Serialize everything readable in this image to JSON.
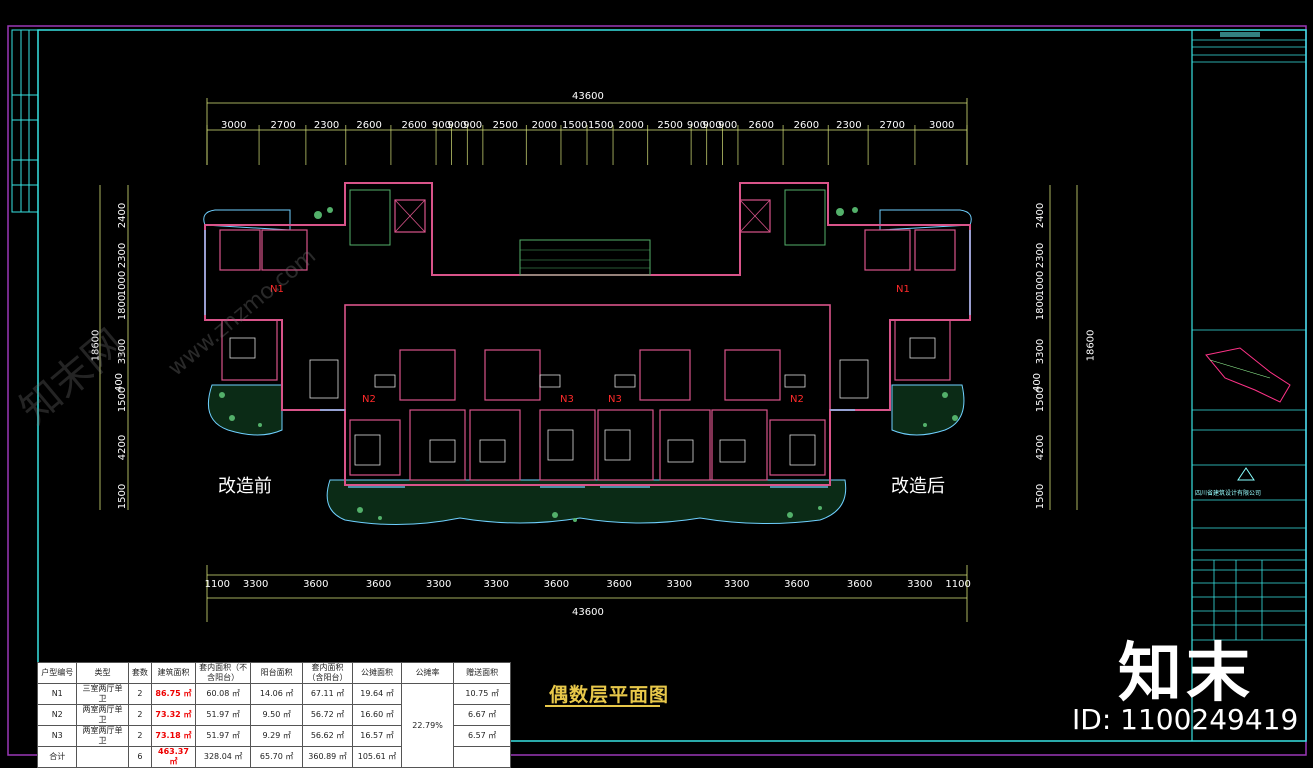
{
  "drawing": {
    "title": "偶数层平面图",
    "label_before": "改造前",
    "label_after": "改造后",
    "overall_width_top": "43600",
    "overall_width_bottom": "43600",
    "top_dims": [
      "3000",
      "2700",
      "2300",
      "2600",
      "2600",
      "900",
      "900",
      "900",
      "2500",
      "2000",
      "1500",
      "1500",
      "2000",
      "2500",
      "900",
      "900",
      "900",
      "2600",
      "2600",
      "2300",
      "2700",
      "3000"
    ],
    "bottom_dims": [
      "1100",
      "3300",
      "3600",
      "3600",
      "3300",
      "3300",
      "3600",
      "3600",
      "3300",
      "3300",
      "3600",
      "3600",
      "3300",
      "1100"
    ],
    "left_dims": [
      "2400",
      "2300",
      "1000",
      "1800",
      "3300",
      "400",
      "1500",
      "4200",
      "1500"
    ],
    "left_total": "18600",
    "right_dims": [
      "2400",
      "2300",
      "1000",
      "1800",
      "3300",
      "400",
      "1500",
      "4200",
      "1500"
    ],
    "right_total": "18600",
    "unit_tags": [
      "N1",
      "N2",
      "N3",
      "N3",
      "N2",
      "N1"
    ],
    "colors": {
      "wall": "#d9548a",
      "window": "#6fd0ff",
      "dim": "#d8e47a",
      "frame": "#38e3e3",
      "border": "#9b38b8",
      "green": "#53b06a"
    }
  },
  "table": {
    "headers": [
      "户型编号",
      "类型",
      "套数",
      "建筑面积",
      "套内面积（不含阳台）",
      "阳台面积",
      "套内面积（含阳台）",
      "公摊面积",
      "公摊率",
      "赠送面积"
    ],
    "rows": [
      {
        "id": "N1",
        "type": "三室两厅单卫",
        "count": "2",
        "area": "86.75 ㎡",
        "inner": "60.08 ㎡",
        "balcony": "14.06 ㎡",
        "inner_bal": "67.11 ㎡",
        "shared": "19.64 ㎡",
        "gift": "10.75 ㎡"
      },
      {
        "id": "N2",
        "type": "两室两厅单卫",
        "count": "2",
        "area": "73.32 ㎡",
        "inner": "51.97 ㎡",
        "balcony": "9.50 ㎡",
        "inner_bal": "56.72 ㎡",
        "shared": "16.60 ㎡",
        "gift": "6.67 ㎡"
      },
      {
        "id": "N3",
        "type": "两室两厅单卫",
        "count": "2",
        "area": "73.18 ㎡",
        "inner": "51.97 ㎡",
        "balcony": "9.29 ㎡",
        "inner_bal": "56.62 ㎡",
        "shared": "16.57 ㎡",
        "gift": "6.57 ㎡"
      },
      {
        "id": "合计",
        "type": "",
        "count": "6",
        "area": "463.37 ㎡",
        "inner": "328.04 ㎡",
        "balcony": "65.70 ㎡",
        "inner_bal": "360.89 ㎡",
        "shared": "105.61 ㎡",
        "gift": ""
      }
    ],
    "ratio": "22.79%"
  },
  "sidebar": {
    "company": "四川省建筑设计有限公司"
  },
  "watermark": {
    "logo": "知末",
    "id_text": "ID: 1100249419",
    "site": "www.znzmo.com",
    "cn": "知末网"
  }
}
